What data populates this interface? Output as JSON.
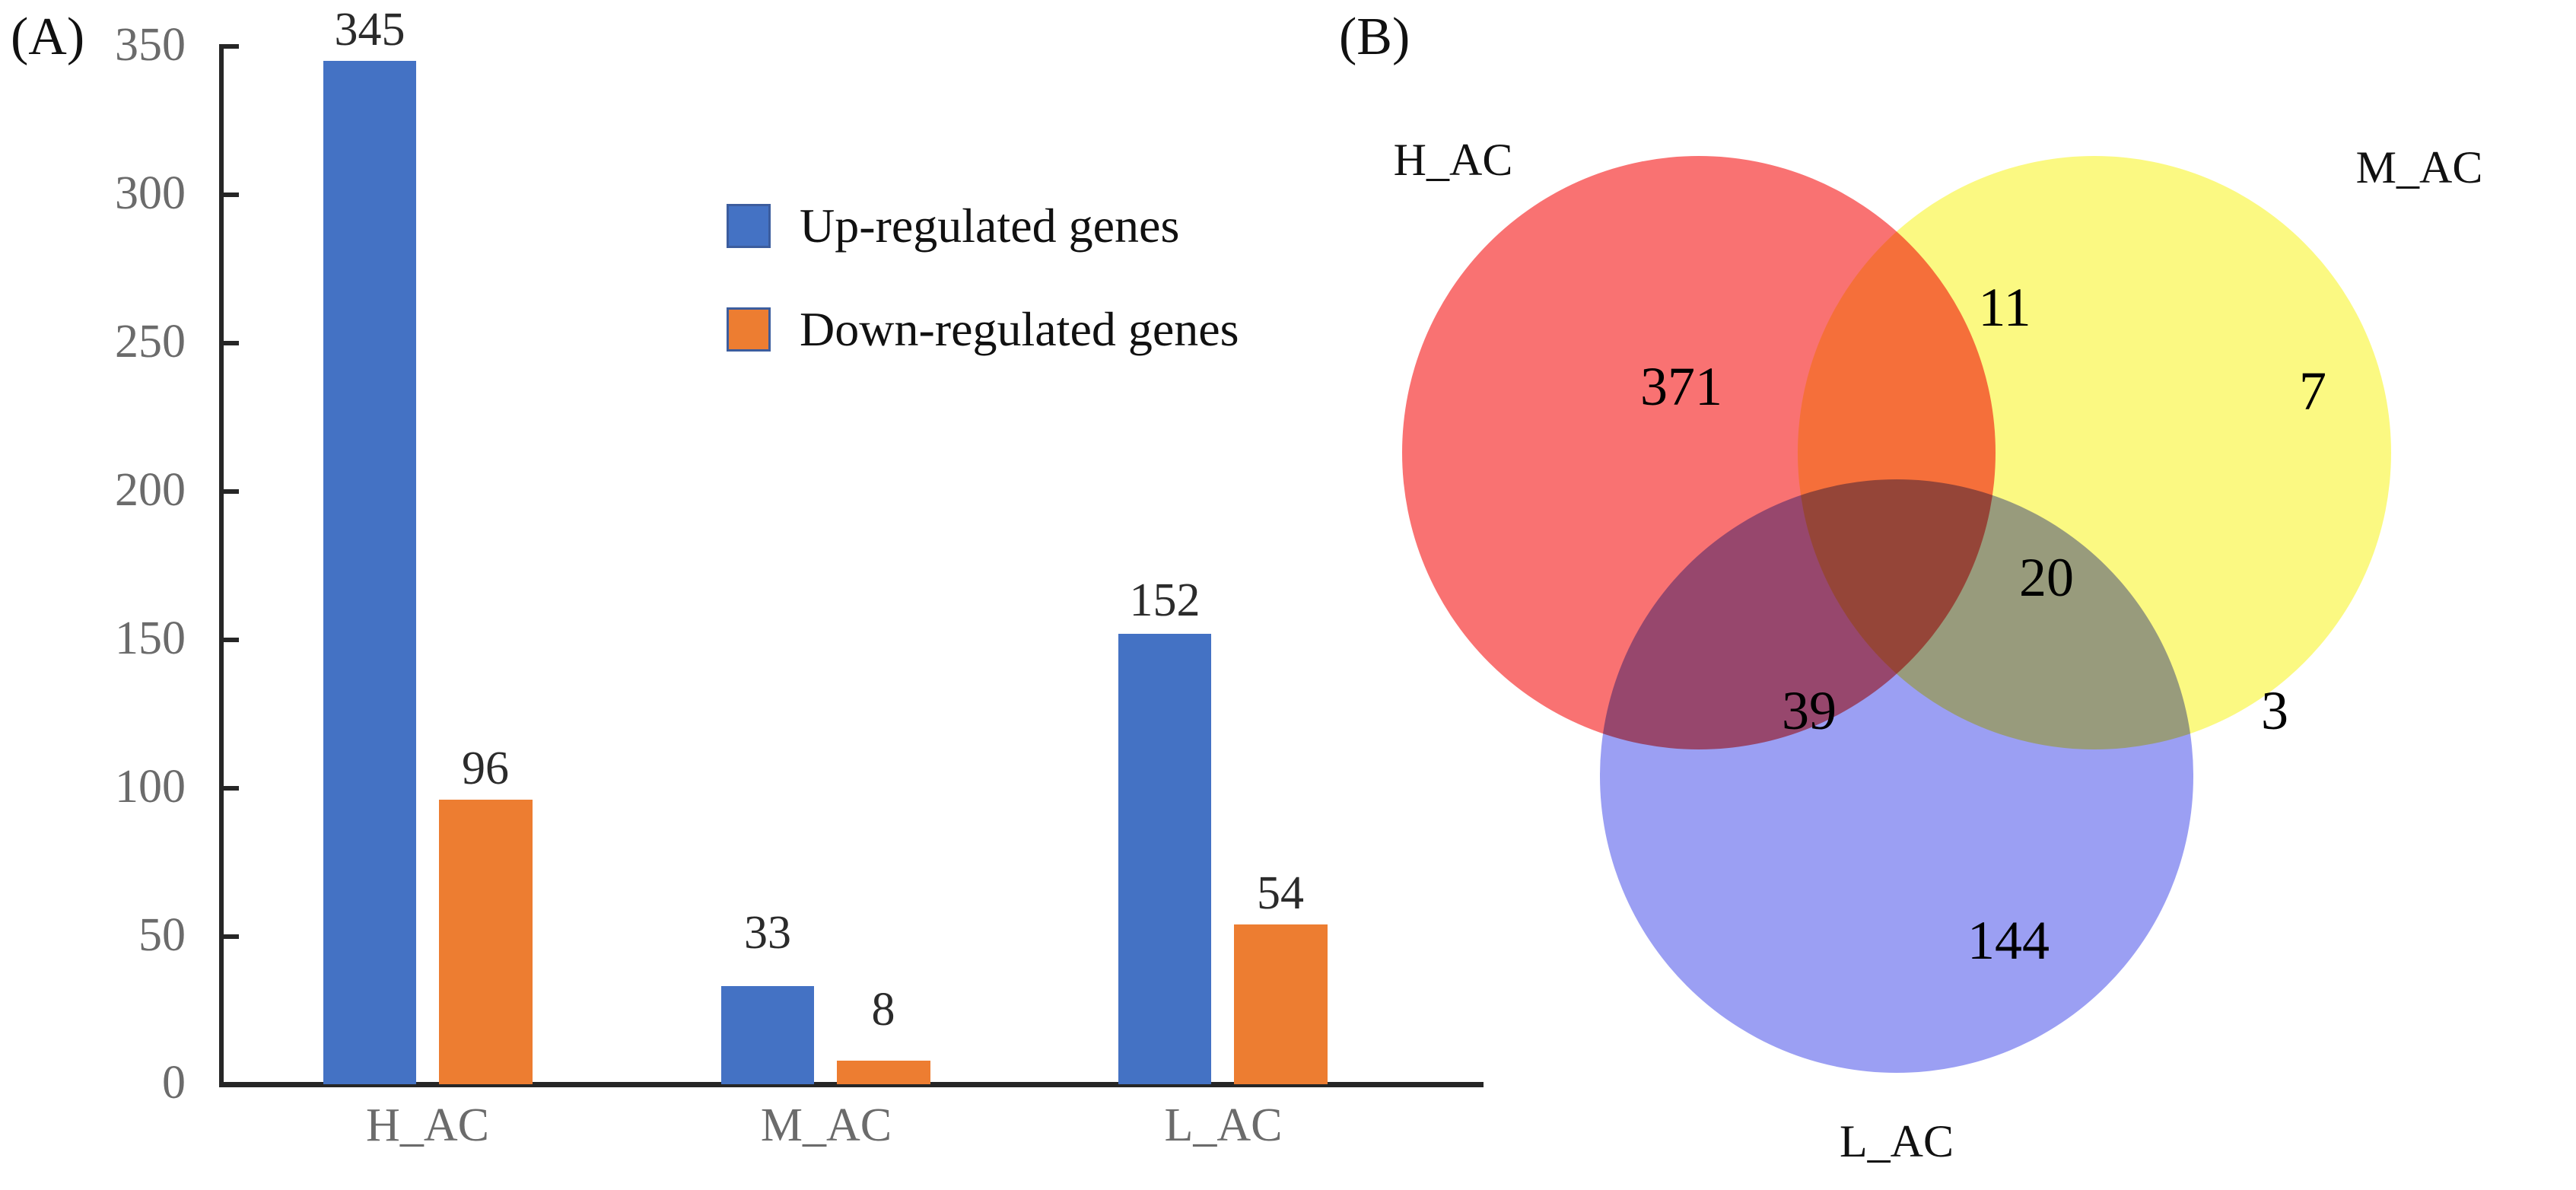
{
  "panels": {
    "a": {
      "letter": "(A)"
    },
    "b": {
      "letter": "(B)"
    }
  },
  "chart_data": [
    {
      "type": "bar",
      "title": "",
      "xlabel": "",
      "ylabel": "",
      "ylim": [
        0,
        350
      ],
      "yticks": [
        0,
        50,
        100,
        150,
        200,
        250,
        300,
        350
      ],
      "ytick_labels": [
        "0",
        "50",
        "100",
        "150",
        "200",
        "250",
        "300",
        "350"
      ],
      "grid": false,
      "legend_position": "inside-upper-center",
      "categories": [
        "H_AC",
        "M_AC",
        "L_AC"
      ],
      "series": [
        {
          "name": "Up-regulated genes",
          "color": "#4472C4",
          "values": [
            345,
            33,
            152
          ]
        },
        {
          "name": "Down-regulated genes",
          "color": "#ED7D31",
          "values": [
            96,
            8,
            54
          ]
        }
      ],
      "data_labels": [
        "345",
        "96",
        "33",
        "8",
        "152",
        "54"
      ]
    },
    {
      "type": "venn",
      "title": "",
      "sets": [
        {
          "name": "H_AC",
          "color": "#F97272",
          "only": 371
        },
        {
          "name": "M_AC",
          "color": "#FAF871",
          "only": 7
        },
        {
          "name": "L_AC",
          "color": "#8287F0",
          "only": 144
        }
      ],
      "pairwise": [
        {
          "sets": [
            "H_AC",
            "M_AC"
          ],
          "value": 11,
          "color": "#FBBF45"
        },
        {
          "sets": [
            "H_AC",
            "L_AC"
          ],
          "value": 39,
          "color": "#8E44CE"
        },
        {
          "sets": [
            "M_AC",
            "L_AC"
          ],
          "value": 3,
          "color": "#8C8DC4"
        }
      ],
      "triple": {
        "sets": [
          "H_AC",
          "M_AC",
          "L_AC"
        ],
        "value": 20,
        "color": "#9478AE"
      },
      "labels": {
        "h_ac": "H_AC",
        "m_ac": "M_AC",
        "l_ac": "L_AC",
        "h_only": "371",
        "m_only": "7",
        "l_only": "144",
        "hm": "11",
        "hl": "39",
        "ml": "3",
        "hml": "20"
      }
    }
  ],
  "axis": {
    "y_labels": [
      "350",
      "300",
      "250",
      "200",
      "150",
      "100",
      "50",
      "0"
    ],
    "x_labels": [
      "H_AC",
      "M_AC",
      "L_AC"
    ]
  },
  "legend": {
    "items": [
      {
        "label": "Up-regulated genes",
        "color": "#4472C4"
      },
      {
        "label": "Down-regulated genes",
        "color": "#ED7D31"
      }
    ]
  },
  "bar_values": {
    "h_up": "345",
    "h_down": "96",
    "m_up": "33",
    "m_down": "8",
    "l_up": "152",
    "l_down": "54"
  },
  "colors": {
    "up": "#4472C4",
    "down": "#ED7D31",
    "venn_h": "#F97272",
    "venn_m": "#FAF871",
    "venn_l": "#8287F0",
    "axis": "#262626",
    "tick_text": "#6b6b6b"
  }
}
